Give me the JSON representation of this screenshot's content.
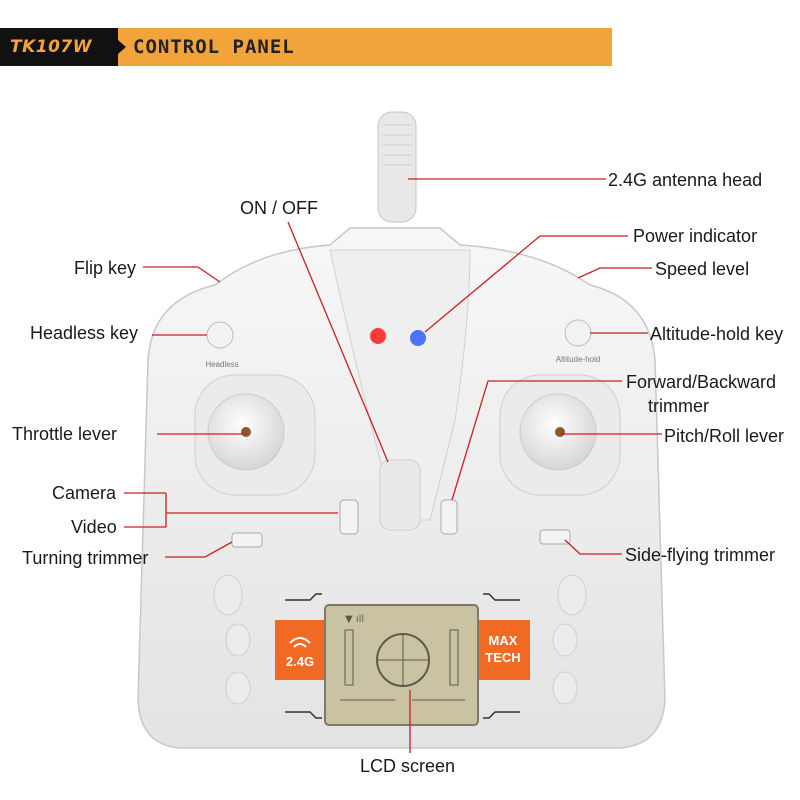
{
  "banner": {
    "brand": "TK107W",
    "title": "CONTROL PANEL"
  },
  "device_text": {
    "headless_print": "Headless",
    "altitude_print": "Altitude-hold",
    "badge_left": "2.4G",
    "badge_right_line1": "MAX",
    "badge_right_line2": "TECH"
  },
  "labels": {
    "antenna": "2.4G antenna head",
    "on_off": "ON / OFF",
    "power_indicator": "Power indicator",
    "flip_key": "Flip key",
    "speed_level": "Speed level",
    "headless_key": "Headless key",
    "altitude_hold_key": "Altitude-hold key",
    "forward_backward_1": "Forward/Backward",
    "forward_backward_2": "trimmer",
    "throttle_lever": "Throttle lever",
    "pitch_roll_lever": "Pitch/Roll lever",
    "camera": "Camera",
    "video": "Video",
    "turning_trimmer": "Turning trimmer",
    "side_flying_trimmer": "Side-flying trimmer",
    "lcd_screen": "LCD screen"
  },
  "colors": {
    "banner": "#f2a33a",
    "leader_line": "#cc1f1f",
    "badge": "#f06a24",
    "lcd": "#c9c3a4"
  }
}
